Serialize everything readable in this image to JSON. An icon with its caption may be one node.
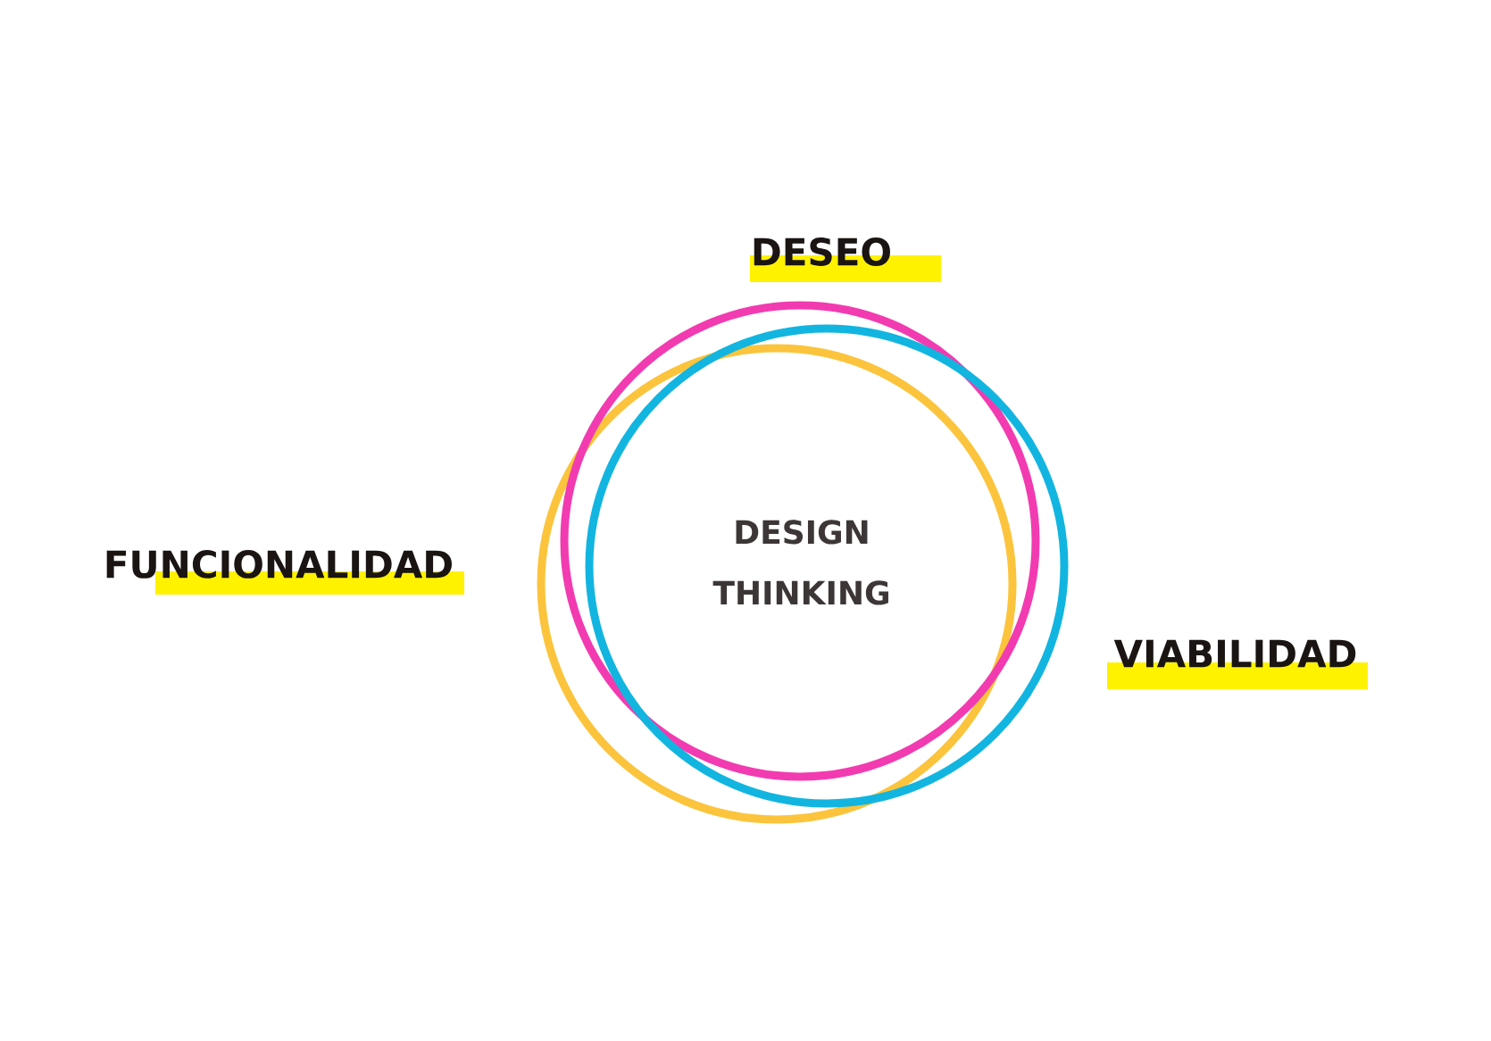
{
  "diagram": {
    "labels": [
      "DESEO",
      "FUNCIONALIDAD",
      "DESIGN THINKING",
      "VIABILIDAD"
    ]
  }
}
